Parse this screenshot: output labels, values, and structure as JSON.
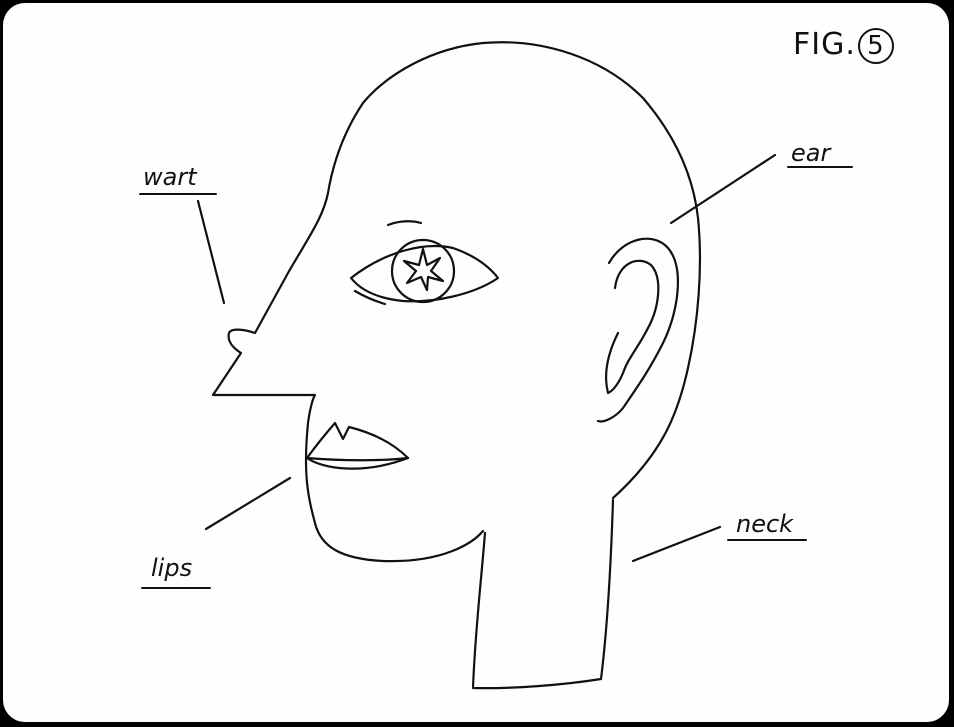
{
  "figure": {
    "prefix": "FIG.",
    "number": "5"
  },
  "labels": {
    "wart": "wart",
    "ear": "ear",
    "lips": "lips",
    "neck": "neck"
  }
}
